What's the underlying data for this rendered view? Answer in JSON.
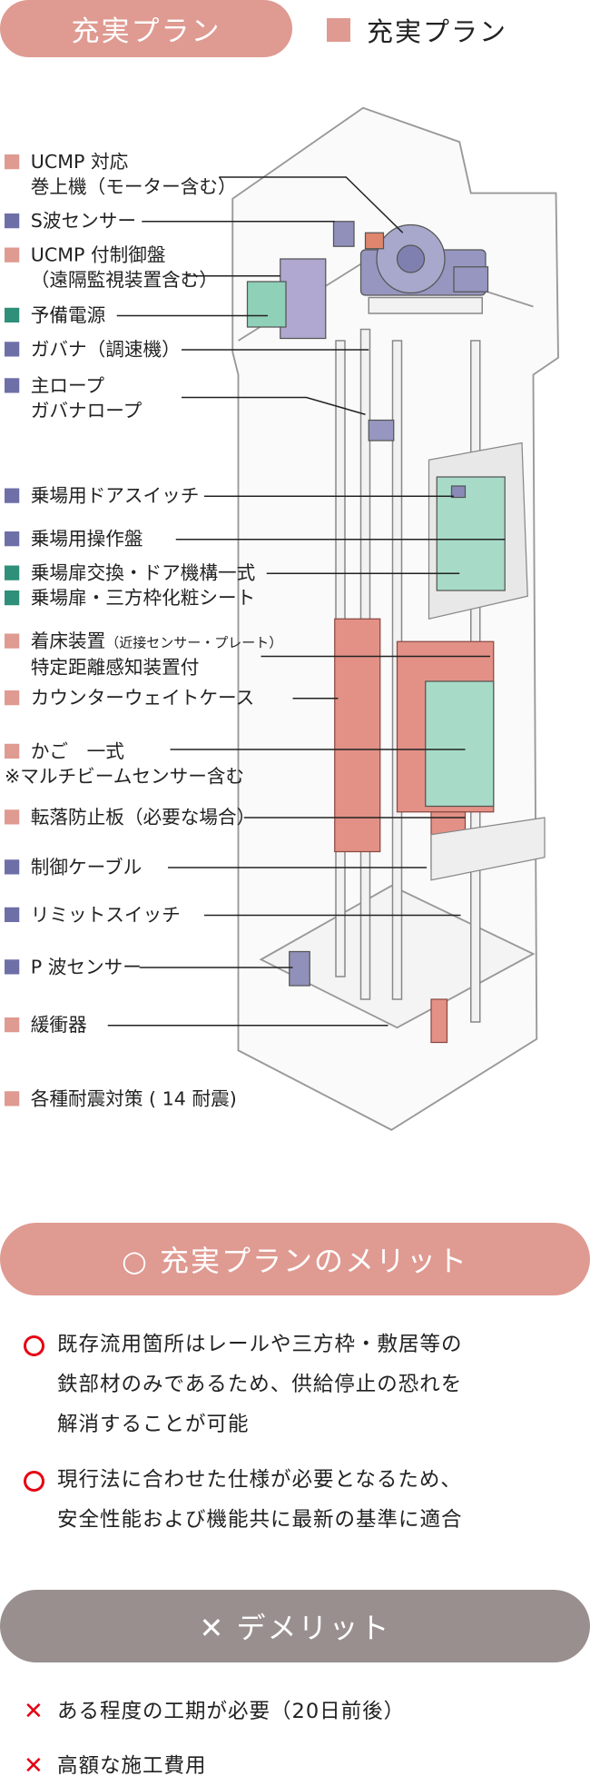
{
  "header": {
    "pill_label": "充実プラン",
    "legend_label": "充実プラン"
  },
  "colors": {
    "pink": "#df9a91",
    "blue": "#6f6fa8",
    "teal": "#2f8f79",
    "grey": "#9a8f8f",
    "red": "#e60012"
  },
  "labels": [
    {
      "color": "pink",
      "lines": [
        "UCMP 対応",
        "巻上機（モーター含む）"
      ]
    },
    {
      "color": "blue",
      "lines": [
        "S波センサー"
      ]
    },
    {
      "color": "pink",
      "lines": [
        "UCMP 付制御盤",
        "（遠隔監視装置含む）"
      ]
    },
    {
      "color": "teal",
      "lines": [
        "予備電源"
      ]
    },
    {
      "color": "blue",
      "lines": [
        "ガバナ（調速機）"
      ]
    },
    {
      "color": "blue",
      "lines": [
        "主ロープ",
        "ガバナロープ"
      ]
    },
    {
      "color": "blue",
      "lines": [
        "乗場用ドアスイッチ"
      ]
    },
    {
      "color": "blue",
      "lines": [
        "乗場用操作盤"
      ]
    },
    {
      "color": "teal",
      "lines": [
        "乗場扉交換・ドア機構一式"
      ]
    },
    {
      "color": "teal",
      "lines": [
        "乗場扉・三方枠化粧シート"
      ]
    },
    {
      "color": "pink",
      "lines": [
        "着床装置",
        "特定距離感知装置付"
      ],
      "note": "（近接センサー・プレート）"
    },
    {
      "color": "pink",
      "lines": [
        "カウンターウェイトケース"
      ]
    },
    {
      "color": "pink",
      "lines": [
        "かご　一式",
        "※マルチビームセンサー含む"
      ]
    },
    {
      "color": "pink",
      "lines": [
        "転落防止板（必要な場合）"
      ]
    },
    {
      "color": "blue",
      "lines": [
        "制御ケーブル"
      ]
    },
    {
      "color": "blue",
      "lines": [
        "リミットスイッチ"
      ]
    },
    {
      "color": "blue",
      "lines": [
        "P 波センサー"
      ]
    },
    {
      "color": "pink",
      "lines": [
        "緩衝器"
      ]
    },
    {
      "color": "pink",
      "lines": [
        "各種耐震対策 ( 14 耐震)"
      ]
    }
  ],
  "merit": {
    "title": "○ 充実プランのメリット",
    "items": [
      [
        "既存流用箇所はレールや三方枠・敷居等の",
        "鉄部材のみであるため、供給停止の恐れを",
        "解消することが可能"
      ],
      [
        "現行法に合わせた仕様が必要となるため、",
        "安全性能および機能共に最新の基準に適合"
      ]
    ]
  },
  "demerit": {
    "title": "✕ デメリット",
    "items": [
      "ある程度の工期が必要（20日前後）",
      "高額な施工費用"
    ]
  }
}
